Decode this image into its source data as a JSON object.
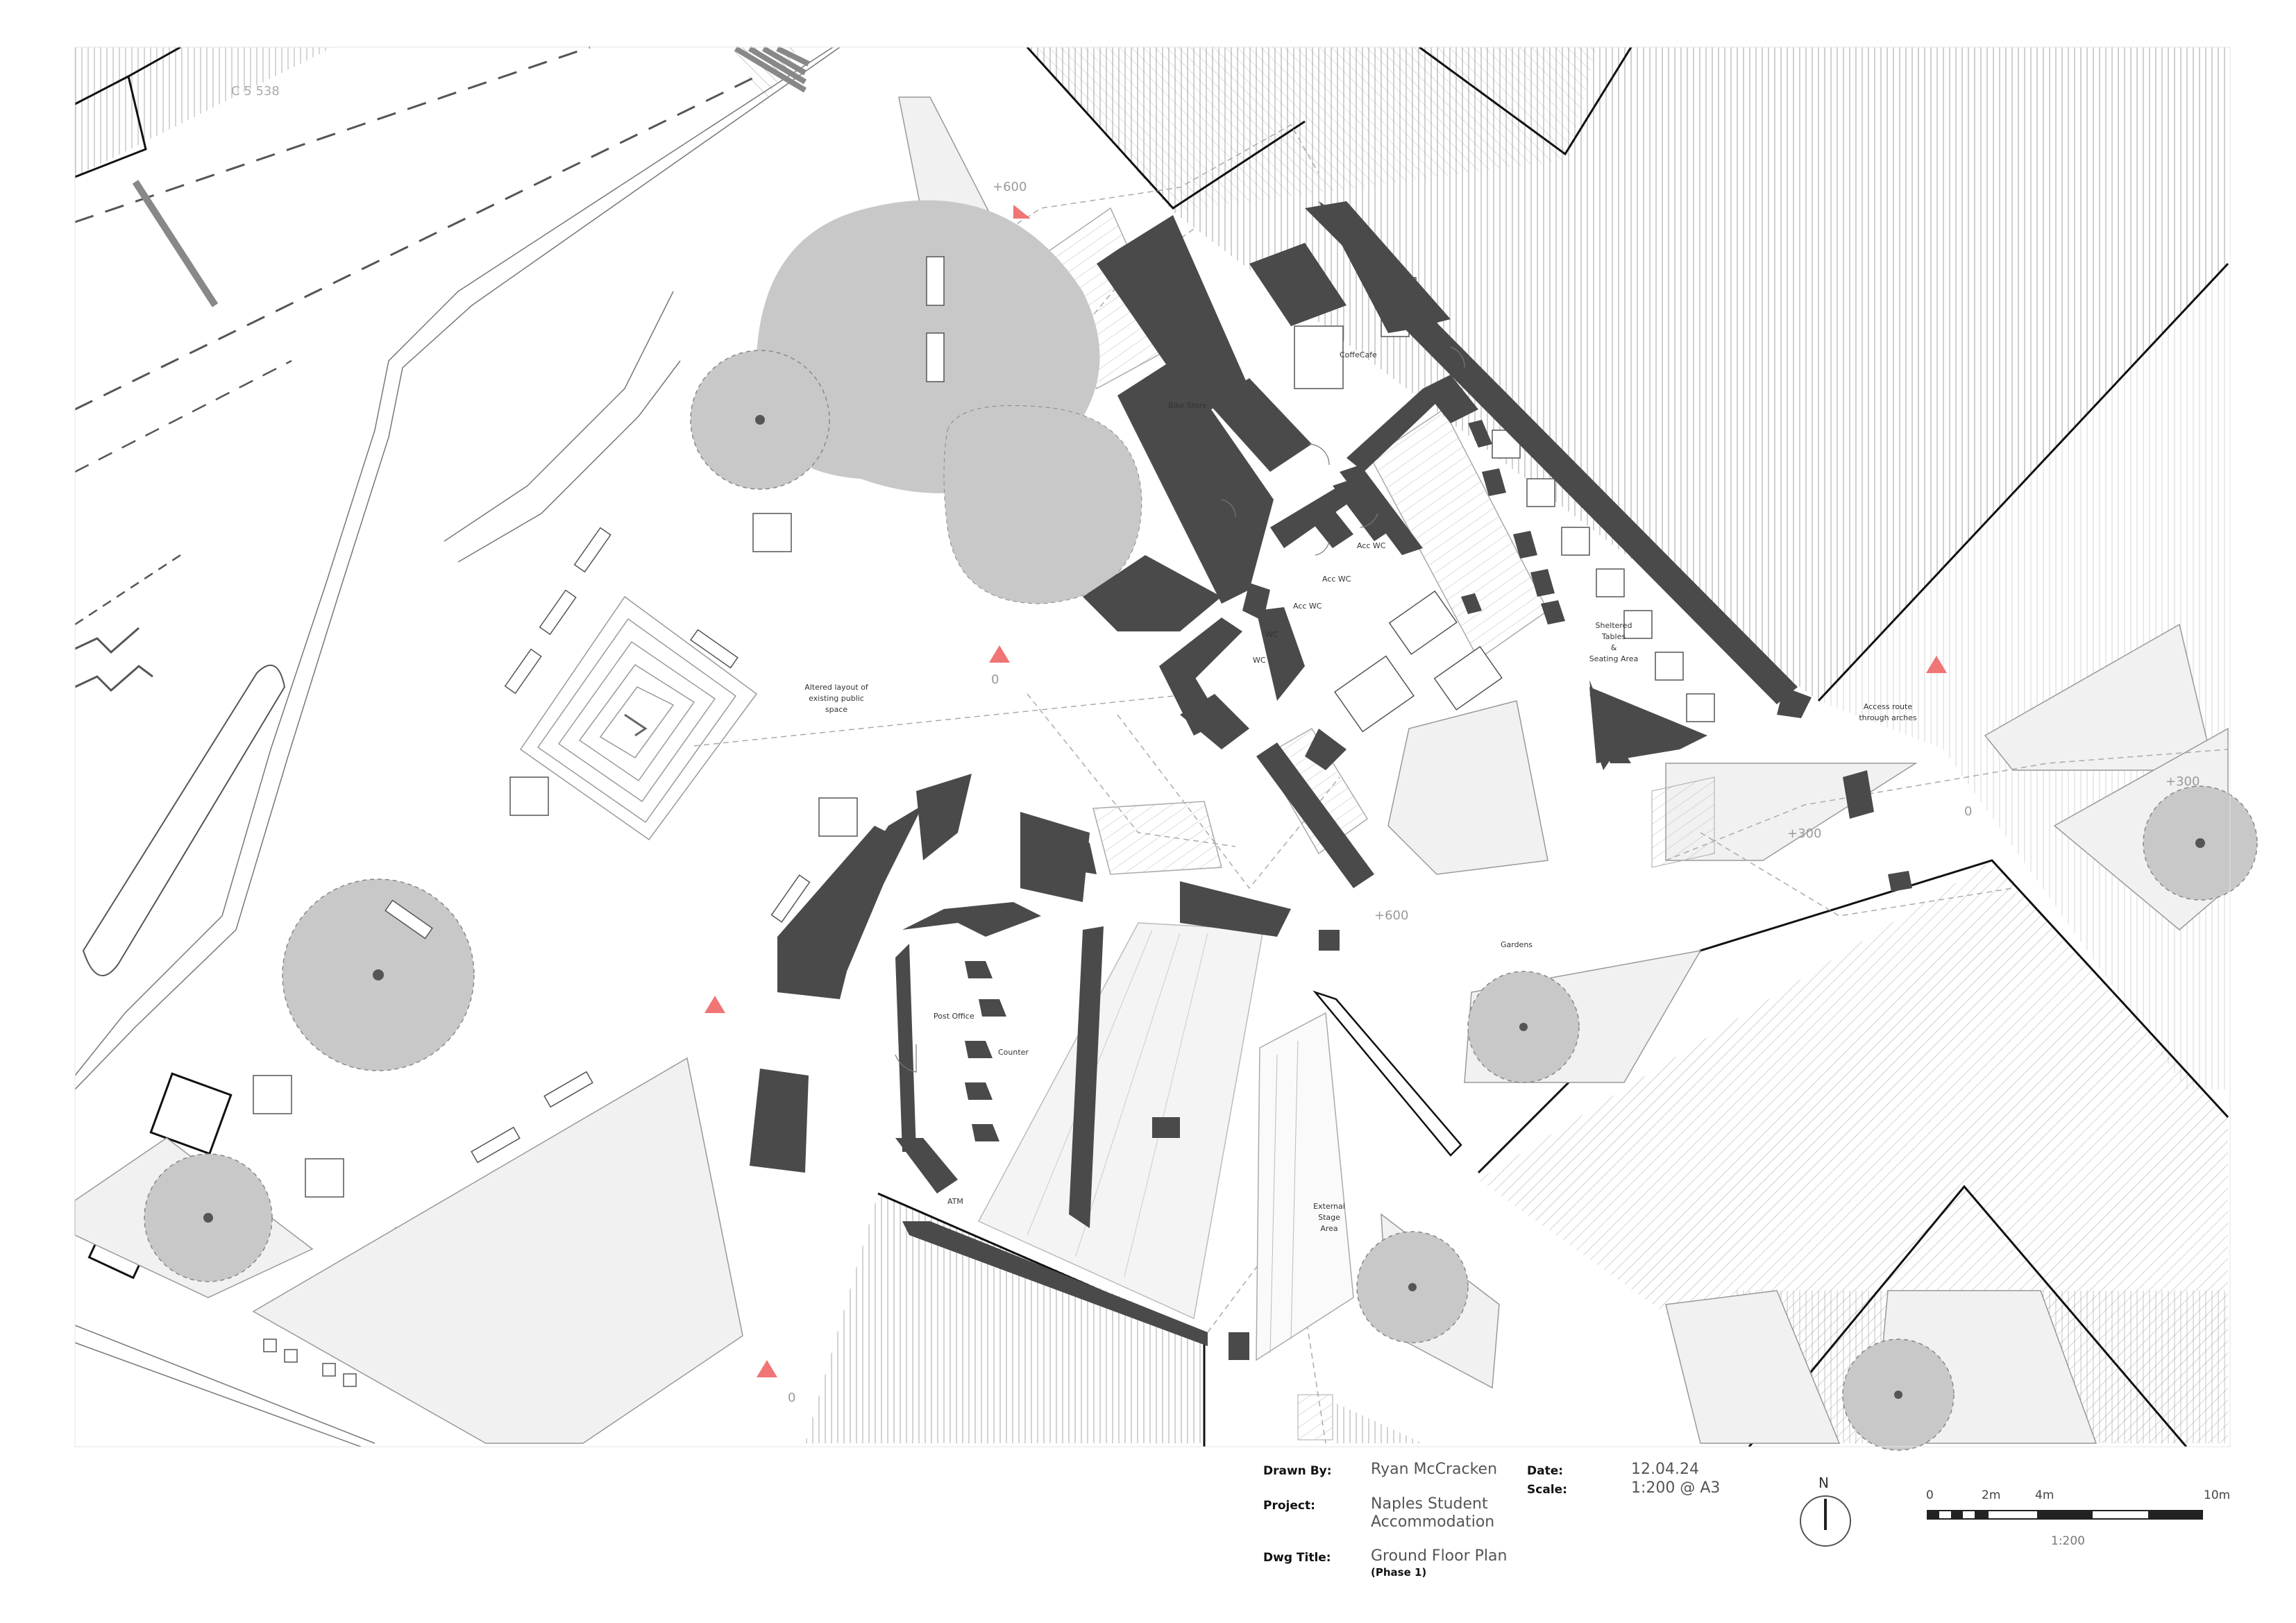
{
  "labels": {
    "cafe": "CoffeCafe",
    "bike_store": "Bike Store",
    "acc_wc_1": "Acc WC",
    "acc_wc_2": "Acc WC",
    "acc_wc_3": "Acc WC",
    "wc_1": "WC",
    "wc_2": "WC",
    "sheltered": [
      "Sheltered",
      "Tables",
      "&",
      "Seating Area"
    ],
    "access_route": [
      "Access route",
      "through arches"
    ],
    "altered_layout": [
      "Altered layout of",
      "existing public",
      "space"
    ],
    "gardens": "Gardens",
    "external_stage": [
      "External",
      "Stage",
      "Area"
    ],
    "post_office": "Post Office",
    "counter": "Counter",
    "atm": "ATM",
    "survey_ref": "C 5 538"
  },
  "levels": {
    "l1": "+600",
    "l2": "0",
    "l3": "+600",
    "l4": "+300",
    "l5": "0",
    "l6": "0",
    "l7": "+300"
  },
  "title_block": {
    "drawn_by_key": "Drawn By:",
    "drawn_by": "Ryan McCracken",
    "project_key": "Project:",
    "project_line1": "Naples Student",
    "project_line2": "Accommodation",
    "dwg_title_key": "Dwg Title:",
    "dwg_title": "Ground Floor Plan",
    "phase": "(Phase 1)",
    "date_key": "Date:",
    "date": "12.04.24",
    "scale_key": "Scale:",
    "scale": "1:200 @ A3"
  },
  "north": "N",
  "scale_bar": {
    "ticks": [
      "0",
      "2m",
      "4m",
      "10m"
    ],
    "ratio": "1:200"
  },
  "colors": {
    "wall": "#4a4a4a",
    "tree": "#c8c8c8",
    "paving": "#f1f1f1",
    "marker": "#f07575"
  }
}
